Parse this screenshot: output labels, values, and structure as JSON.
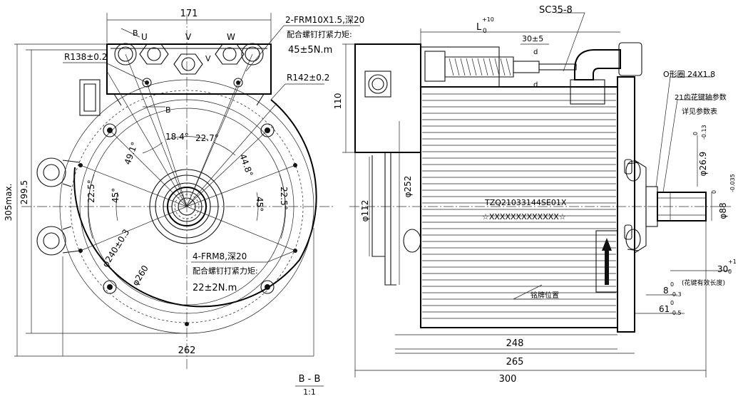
{
  "left_view": {
    "dim_width_top": "171",
    "phase_u": "U",
    "phase_v": "V",
    "phase_w": "W",
    "phase_v_inner": "V",
    "section_mark_b_top": "B",
    "section_mark_b": "B",
    "r138": "R138±0.2",
    "r142": "R142±0.2",
    "thread_top": "2-FRM10X1.5,深20",
    "torque_note_top": "配合螺钉打紧力矩:",
    "torque_value_top": "45±5N.m",
    "angle_184": "18.4°",
    "angle_227": "22.7°",
    "angle_491": "49.1°",
    "angle_448": "44.8°",
    "angle_225_left": "22.5°",
    "angle_45_left": "45°",
    "angle_45_right": "45°",
    "angle_225_right": "22.5°",
    "dia_240": "φ240±0.3",
    "dia_260": "φ260",
    "thread_bottom": "4-FRM8,深20",
    "torque_note_bottom": "配合螺钉打紧力矩:",
    "torque_value_bottom": "22±2N.m",
    "dim_305": "305max.",
    "dim_2995": "299.5",
    "dim_262": "262",
    "section_label": "B - B",
    "section_scale": "1:1"
  },
  "right_view": {
    "dim_l0": "L",
    "dim_l0_sub": "0",
    "dim_l0_tol": "+10",
    "connector_label": "SC35-8",
    "dim_30_5": "30±5",
    "mark_d1": "d",
    "mark_d2": "d",
    "dim_110": "110",
    "oring": "O形圈 24X1.8",
    "spline_note_1": "21齿花键轴参数",
    "spline_note_2": "详见参数表",
    "dia_269": "φ26.9",
    "dia_269_tol_top": "0",
    "dia_269_tol_bottom": "-0.13",
    "dia_252": "φ252",
    "dia_112": "φ112",
    "model_code": "TZQ21033144SE01X",
    "serial": "☆XXXXXXXXXXXXX☆",
    "dia_88": "φ88",
    "dia_88_tol_top": "0",
    "dia_88_tol_bottom": "-0.035",
    "dim_30": "30",
    "dim_30_tol_top": "+1",
    "dim_30_tol_bottom": "0",
    "spline_len_note": "(花键有效长度)",
    "dim_8": "8",
    "dim_8_tol_top": "0",
    "dim_8_tol_bottom": "-0.3",
    "dim_61": "61",
    "dim_61_tol_top": "0",
    "dim_61_tol_bottom": "-0.5",
    "nameplate_note": "铭牌位置",
    "dim_248": "248",
    "dim_265": "265",
    "dim_300": "300"
  }
}
